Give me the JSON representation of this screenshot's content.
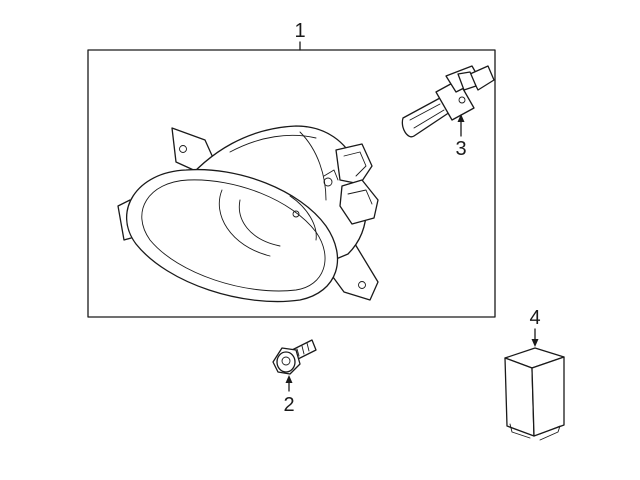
{
  "callouts": {
    "c1": "1",
    "c2": "2",
    "c3": "3",
    "c4": "4"
  },
  "parts": [
    {
      "callout": "1",
      "icon": "fog-lamp-assembly-icon"
    },
    {
      "callout": "2",
      "icon": "mounting-bolt-icon"
    },
    {
      "callout": "3",
      "icon": "h11-bulb-icon"
    },
    {
      "callout": "4",
      "icon": "control-module-icon"
    }
  ],
  "colors": {
    "line": "#1a1a1a",
    "background": "#ffffff"
  }
}
